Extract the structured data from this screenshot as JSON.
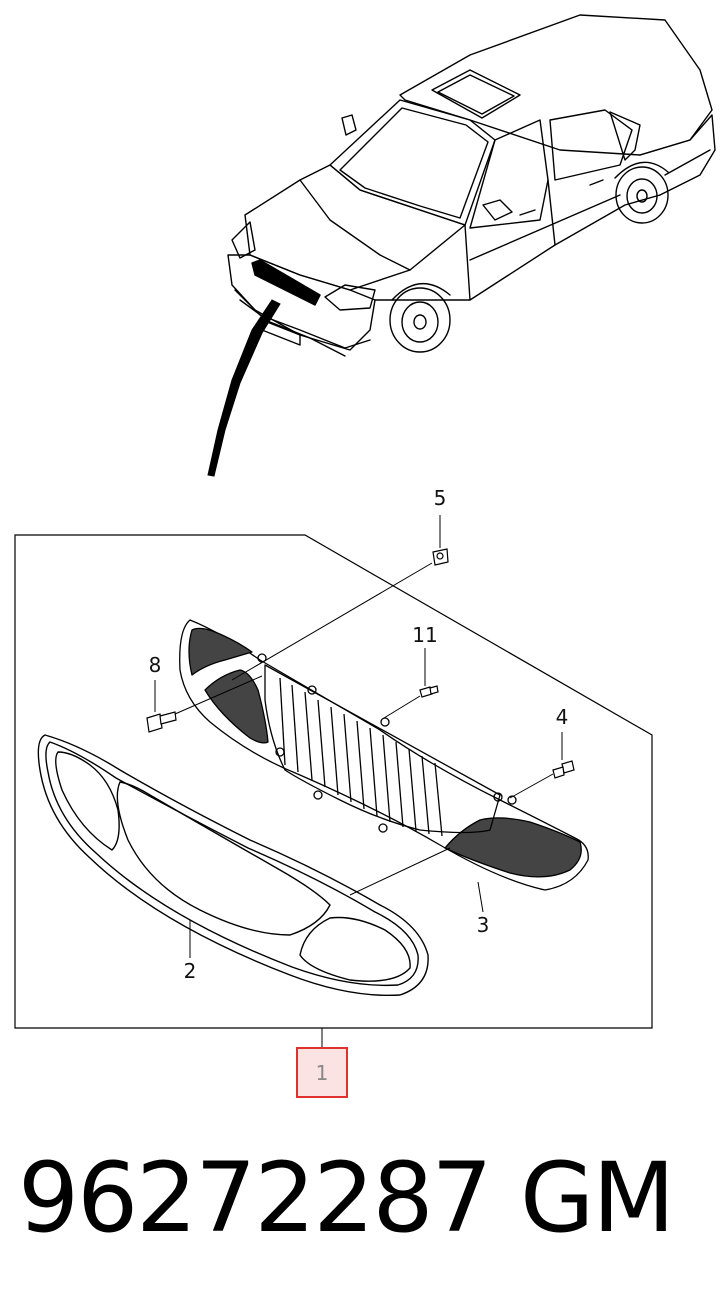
{
  "callouts": {
    "c1": "1",
    "c2": "2",
    "c3": "3",
    "c4": "4",
    "c5": "5",
    "c8": "8",
    "c11": "11"
  },
  "footer": {
    "part_number": "96272287",
    "brand": "GM"
  },
  "colors": {
    "line": "#000000",
    "highlight_border": "#e0312f",
    "highlight_fill": "#fbe3e3"
  }
}
